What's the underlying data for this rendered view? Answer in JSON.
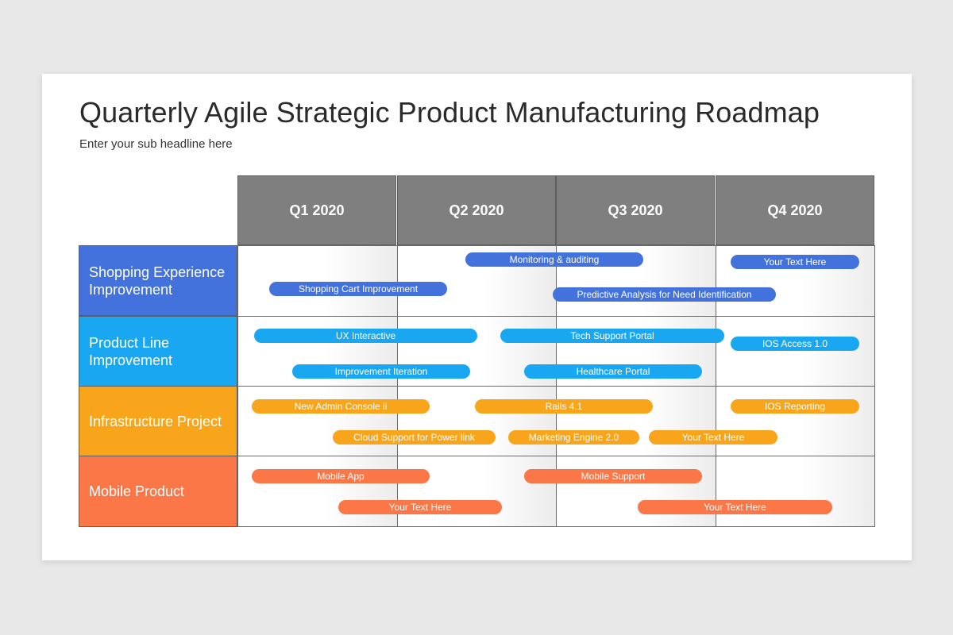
{
  "title": "Quarterly Agile Strategic Product Manufacturing Roadmap",
  "subtitle": "Enter your sub headline here",
  "quarters": [
    "Q1 2020",
    "Q2 2020",
    "Q3 2020",
    "Q4 2020"
  ],
  "colors": {
    "header": "#7f7f7f",
    "row0": "#4472dc",
    "row1": "#1aa7f2",
    "row2": "#f8a51c",
    "row3": "#fb7747"
  },
  "rows": [
    {
      "label_line1": "Shopping Experience",
      "label_line2": "Improvement",
      "bars": [
        "Monitoring & auditing",
        "Your Text Here",
        "Shopping Cart Improvement",
        "Predictive Analysis for Need Identification"
      ]
    },
    {
      "label_line1": "Product Line",
      "label_line2": "Improvement",
      "bars": [
        "UX Interactive",
        "Tech Support Portal",
        "IOS Access 1.0",
        "Improvement Iteration",
        "Healthcare Portal"
      ]
    },
    {
      "label_line1": "Infrastructure Project",
      "label_line2": "",
      "bars": [
        "New Admin Console ii",
        "Rails 4.1",
        "IOS Reporting",
        "Cloud Support for Power link",
        "Marketing Engine 2.0",
        "Your Text Here"
      ]
    },
    {
      "label_line1": "Mobile Product",
      "label_line2": "",
      "bars": [
        "Mobile App",
        "Mobile Support",
        "Your Text Here",
        "Your Text Here"
      ]
    }
  ]
}
